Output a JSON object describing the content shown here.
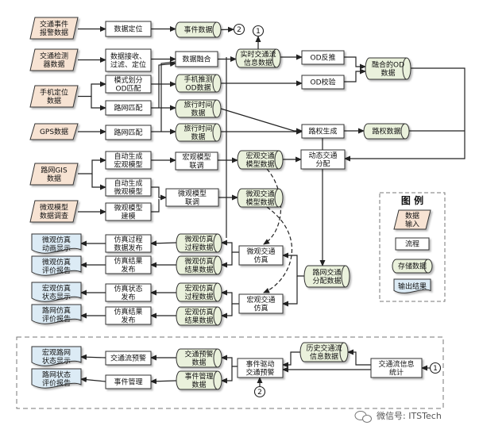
{
  "colors": {
    "input_fill": "#f7e3d3",
    "storage_fill": "#eaf1dc",
    "output_fill": "#dcebf5",
    "process_fill": "#ffffff",
    "line": "#222222"
  },
  "nodes": {
    "in_traffic_event": [
      "交通事件",
      "报警数据"
    ],
    "in_traffic_detect": [
      "交通检测",
      "器数据"
    ],
    "in_phone": [
      "手机定位",
      "数据"
    ],
    "in_gps": [
      "GPS数据"
    ],
    "in_gis": [
      "路网GIS",
      "数据"
    ],
    "in_micro_survey": [
      "微观模型",
      "数据调查"
    ],
    "p_locate": [
      "数据定位"
    ],
    "p_receive": [
      "数据接收、",
      "过滤、定位"
    ],
    "p_mode_split": [
      "模式划分",
      "OD匹配"
    ],
    "p_road_match1": [
      "路网匹配"
    ],
    "p_road_match2": [
      "路网匹配"
    ],
    "p_fusion": [
      "数据融合"
    ],
    "p_auto_macro": [
      "自动生成",
      "宏观模型"
    ],
    "p_auto_micro": [
      "自动生成",
      "微观模型"
    ],
    "p_macro_tune": [
      "宏观模型",
      "联调"
    ],
    "p_micro_build": [
      "微观模型",
      "建模"
    ],
    "p_micro_tune": [
      "微观模型",
      "联调"
    ],
    "p_od_reverse": [
      "OD反推"
    ],
    "p_od_check": [
      "OD校验"
    ],
    "p_road_weight_gen": [
      "路权生成"
    ],
    "p_dynamic_assign": [
      "动态交通",
      "分配"
    ],
    "p_micro_sim": [
      "微观交通",
      "仿真"
    ],
    "p_macro_sim": [
      "宏观交通",
      "仿真"
    ],
    "p_sim_proc_pub": [
      "仿真过程",
      "数据发布"
    ],
    "p_sim_result_pub": [
      "仿真结果",
      "发布"
    ],
    "p_sim_state_pub": [
      "仿真状态",
      "发布"
    ],
    "p_sim_result_pub2": [
      "仿真结果",
      "发布"
    ],
    "p_traffic_warn": [
      "交通流预警"
    ],
    "p_event_manage": [
      "事件管理"
    ],
    "p_event_warn": [
      "事件驱动",
      "交通预警"
    ],
    "p_traffic_stats": [
      "交通流信息",
      "统计"
    ],
    "s_event_data": [
      "事件数据"
    ],
    "s_realtime": [
      "实时交通流",
      "信息数据"
    ],
    "s_phone_od": [
      "手机推测",
      "OD数据"
    ],
    "s_travel_time1": [
      "旅行时间",
      "数据"
    ],
    "s_travel_time2": [
      "旅行时间",
      "数据"
    ],
    "s_fused_od": [
      "融合的OD",
      "数据"
    ],
    "s_road_weight": [
      "路权数据"
    ],
    "s_macro_model": [
      "宏观交通",
      "模型数据"
    ],
    "s_micro_model": [
      "微观交通",
      "模型数据"
    ],
    "s_micro_proc": [
      "微观仿真",
      "过程数据"
    ],
    "s_micro_result": [
      "微观仿真",
      "结果数据"
    ],
    "s_road_assign": [
      "路网交通",
      "分配数据"
    ],
    "s_macro_proc": [
      "宏观仿真",
      "过程数据"
    ],
    "s_macro_result": [
      "宏观仿真",
      "结果数据"
    ],
    "s_history": [
      "历史交通流",
      "信息数据"
    ],
    "s_warn_data": [
      "交通预警",
      "数据"
    ],
    "s_event_mgmt_data": [
      "事件管理",
      "数据"
    ],
    "o_micro_anim": [
      "微观仿真",
      "动画显示"
    ],
    "o_micro_report": [
      "微观仿真",
      "评价报告"
    ],
    "o_macro_state": [
      "宏观仿真",
      "状态显示"
    ],
    "o_macro_report": [
      "路网仿真",
      "评价报告"
    ],
    "o_macro_road_state": [
      "宏观路网",
      "状态显示"
    ],
    "o_road_report": [
      "路网状态",
      "评价报告"
    ]
  },
  "connectors": {
    "c1_top": "1",
    "c2_top": "2",
    "c1_bottom": "1",
    "c2_bottom": "2"
  },
  "legend": {
    "title": "图 例",
    "data_input": [
      "数据",
      "输入"
    ],
    "process": [
      "流程"
    ],
    "storage": [
      "存储数据"
    ],
    "output": [
      "输出结果"
    ]
  },
  "watermark": "微信号: ITSTech",
  "watermark_icon": "wechat-icon"
}
